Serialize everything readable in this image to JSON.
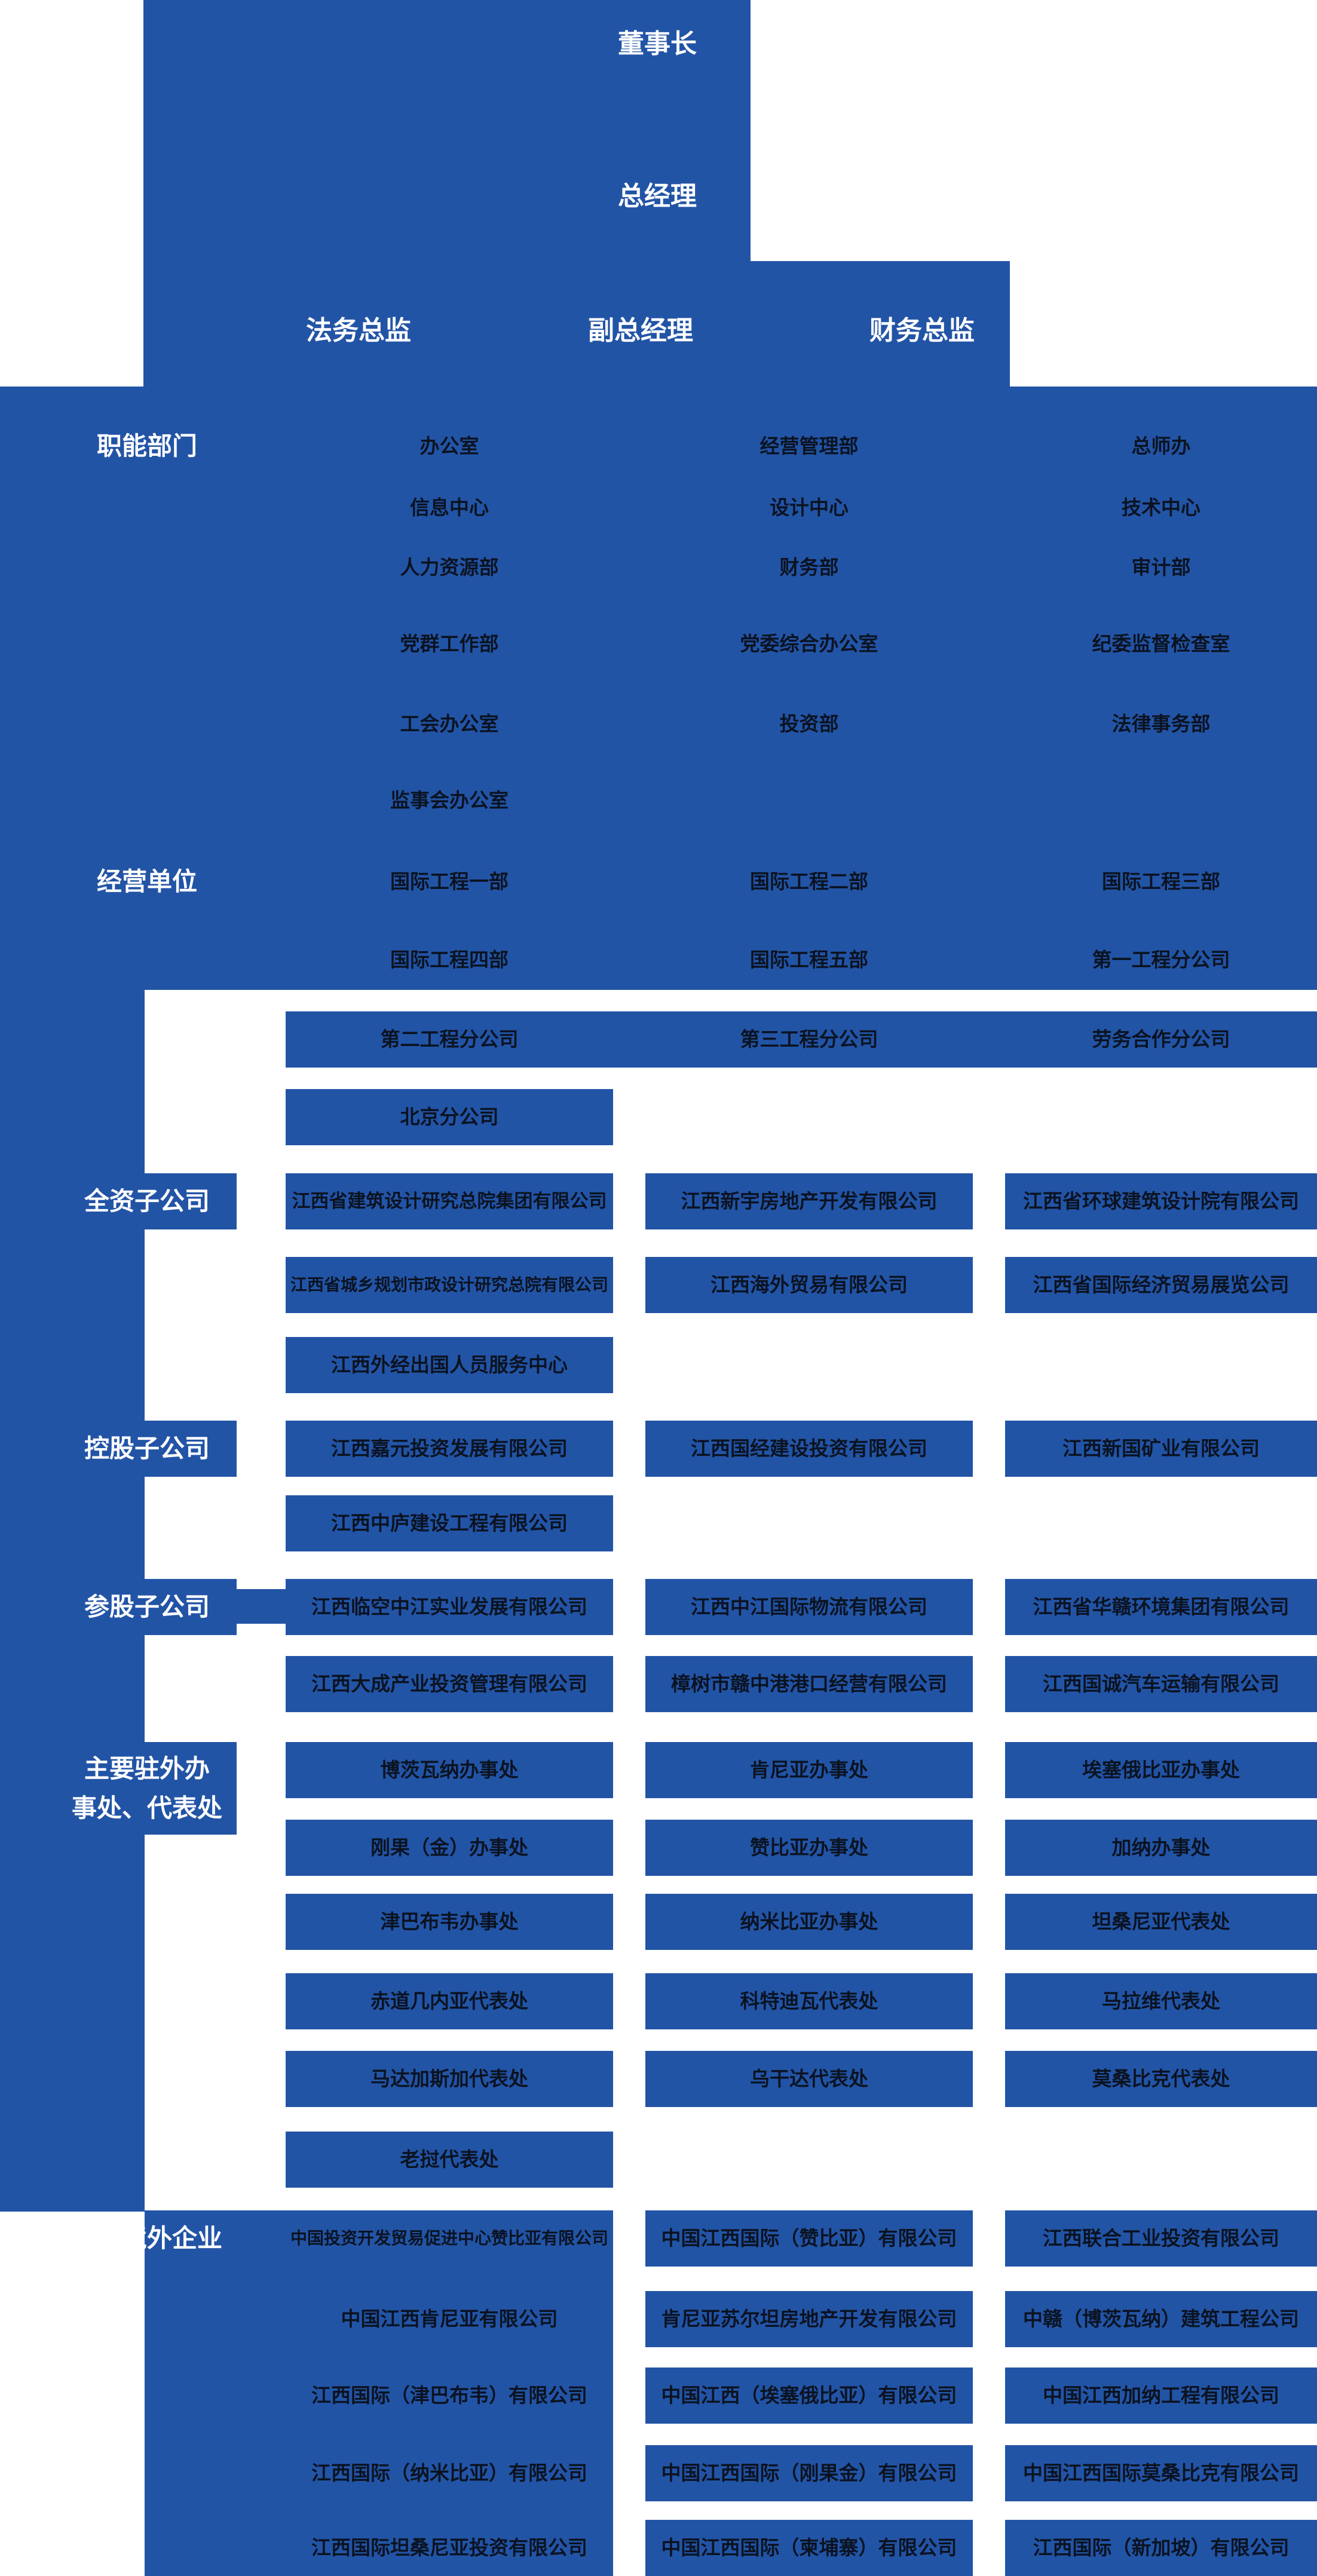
{
  "colors": {
    "primary_blue": "#2254A6",
    "box_text": "#0B1321",
    "label_text": "#FFFFFF",
    "background": "#FFFFFF"
  },
  "header": {
    "chairman": "董事长",
    "general_manager": "总经理",
    "legal_director": "法务总监",
    "deputy_general_manager": "副总经理",
    "finance_director": "财务总监"
  },
  "sections": {
    "functional": {
      "label": "职能部门",
      "rows": [
        [
          "办公室",
          "经营管理部",
          "总师办"
        ],
        [
          "信息中心",
          "设计中心",
          "技术中心"
        ],
        [
          "人力资源部",
          "财务部",
          "审计部"
        ],
        [
          "党群工作部",
          "党委综合办公室",
          "纪委监督检查室"
        ],
        [
          "工会办公室",
          "投资部",
          "法律事务部"
        ],
        [
          "监事会办公室",
          null,
          null
        ]
      ]
    },
    "business": {
      "label": "经营单位",
      "rows": [
        [
          "国际工程一部",
          "国际工程二部",
          "国际工程三部"
        ],
        [
          "国际工程四部",
          "国际工程五部",
          "第一工程分公司"
        ],
        [
          "第二工程分公司",
          "第三工程分公司",
          "劳务合作分公司"
        ],
        [
          "北京分公司",
          null,
          null
        ]
      ]
    },
    "wholly": {
      "label": "全资子公司",
      "rows": [
        [
          "江西省建筑设计研究总院集团有限公司",
          "江西新宇房地产开发有限公司",
          "江西省环球建筑设计院有限公司"
        ],
        [
          "江西省城乡规划市政设计研究总院有限公司",
          "江西海外贸易有限公司",
          "江西省国际经济贸易展览公司"
        ],
        [
          "江西外经出国人员服务中心",
          null,
          null
        ]
      ]
    },
    "holding": {
      "label": "控股子公司",
      "rows": [
        [
          "江西嘉元投资发展有限公司",
          "江西国经建设投资有限公司",
          "江西新国矿业有限公司"
        ],
        [
          "江西中庐建设工程有限公司",
          null,
          null
        ]
      ]
    },
    "minority": {
      "label": "参股子公司",
      "rows": [
        [
          "江西临空中江实业发展有限公司",
          "江西中江国际物流有限公司",
          "江西省华赣环境集团有限公司"
        ],
        [
          "江西大成产业投资管理有限公司",
          "樟树市赣中港港口经营有限公司",
          "江西国诚汽车运输有限公司"
        ]
      ]
    },
    "offices": {
      "label": "主要驻外办\n事处、代表处",
      "rows": [
        [
          "博茨瓦纳办事处",
          "肯尼亚办事处",
          "埃塞俄比亚办事处"
        ],
        [
          "刚果（金）办事处",
          "赞比亚办事处",
          "加纳办事处"
        ],
        [
          "津巴布韦办事处",
          "纳米比亚办事处",
          "坦桑尼亚代表处"
        ],
        [
          "赤道几内亚代表处",
          "科特迪瓦代表处",
          "马拉维代表处"
        ],
        [
          "马达加斯加代表处",
          "乌干达代表处",
          "莫桑比克代表处"
        ],
        [
          "老挝代表处",
          null,
          null
        ]
      ]
    },
    "overseas": {
      "label": "主要境外企业",
      "rows": [
        [
          "中国投资开发贸易促进中心赞比亚有限公司",
          "中国江西国际（赞比亚）有限公司",
          "江西联合工业投资有限公司"
        ],
        [
          "中国江西肯尼亚有限公司",
          "肯尼亚苏尔坦房地产开发有限公司",
          "中赣（博茨瓦纳）建筑工程公司"
        ],
        [
          "江西国际（津巴布韦）有限公司",
          "中国江西（埃塞俄比亚）有限公司",
          "中国江西加纳工程有限公司"
        ],
        [
          "江西国际（纳米比亚）有限公司",
          "中国江西国际（刚果金）有限公司",
          "中国江西国际莫桑比克有限公司"
        ],
        [
          "江西国际坦桑尼亚投资有限公司",
          "中国江西国际（柬埔寨）有限公司",
          "江西国际（新加坡）有限公司"
        ]
      ]
    }
  }
}
